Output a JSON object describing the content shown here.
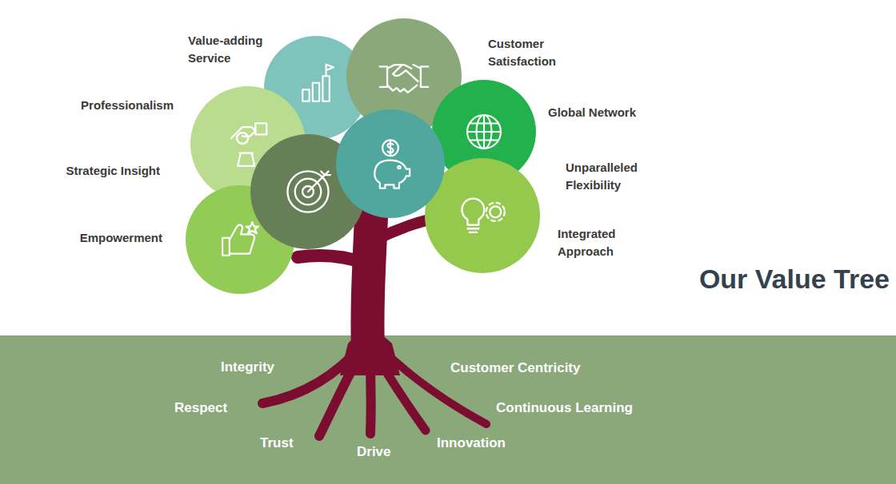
{
  "diagram": {
    "title": "Our Value Tree",
    "nodes": [
      {
        "text": [
          "Value-adding Service"
        ]
      },
      {
        "text": [
          "Customer Satisfaction"
        ]
      },
      {
        "text": [
          "Professionalism"
        ]
      },
      {
        "text": [
          "Global Network"
        ]
      },
      {
        "text": [
          "Strategic Insight"
        ]
      },
      {
        "text": [
          "Unparalleled Flexibility"
        ]
      },
      {
        "text": [
          "Empowerment"
        ]
      },
      {
        "text": [
          "Integrated Approach"
        ]
      },
      {
        "text": [
          "Integrity",
          "Customer Centricity",
          "Respect",
          "Continuous Learning",
          "Trust",
          "Drive",
          "Innovation"
        ]
      }
    ]
  }
}
